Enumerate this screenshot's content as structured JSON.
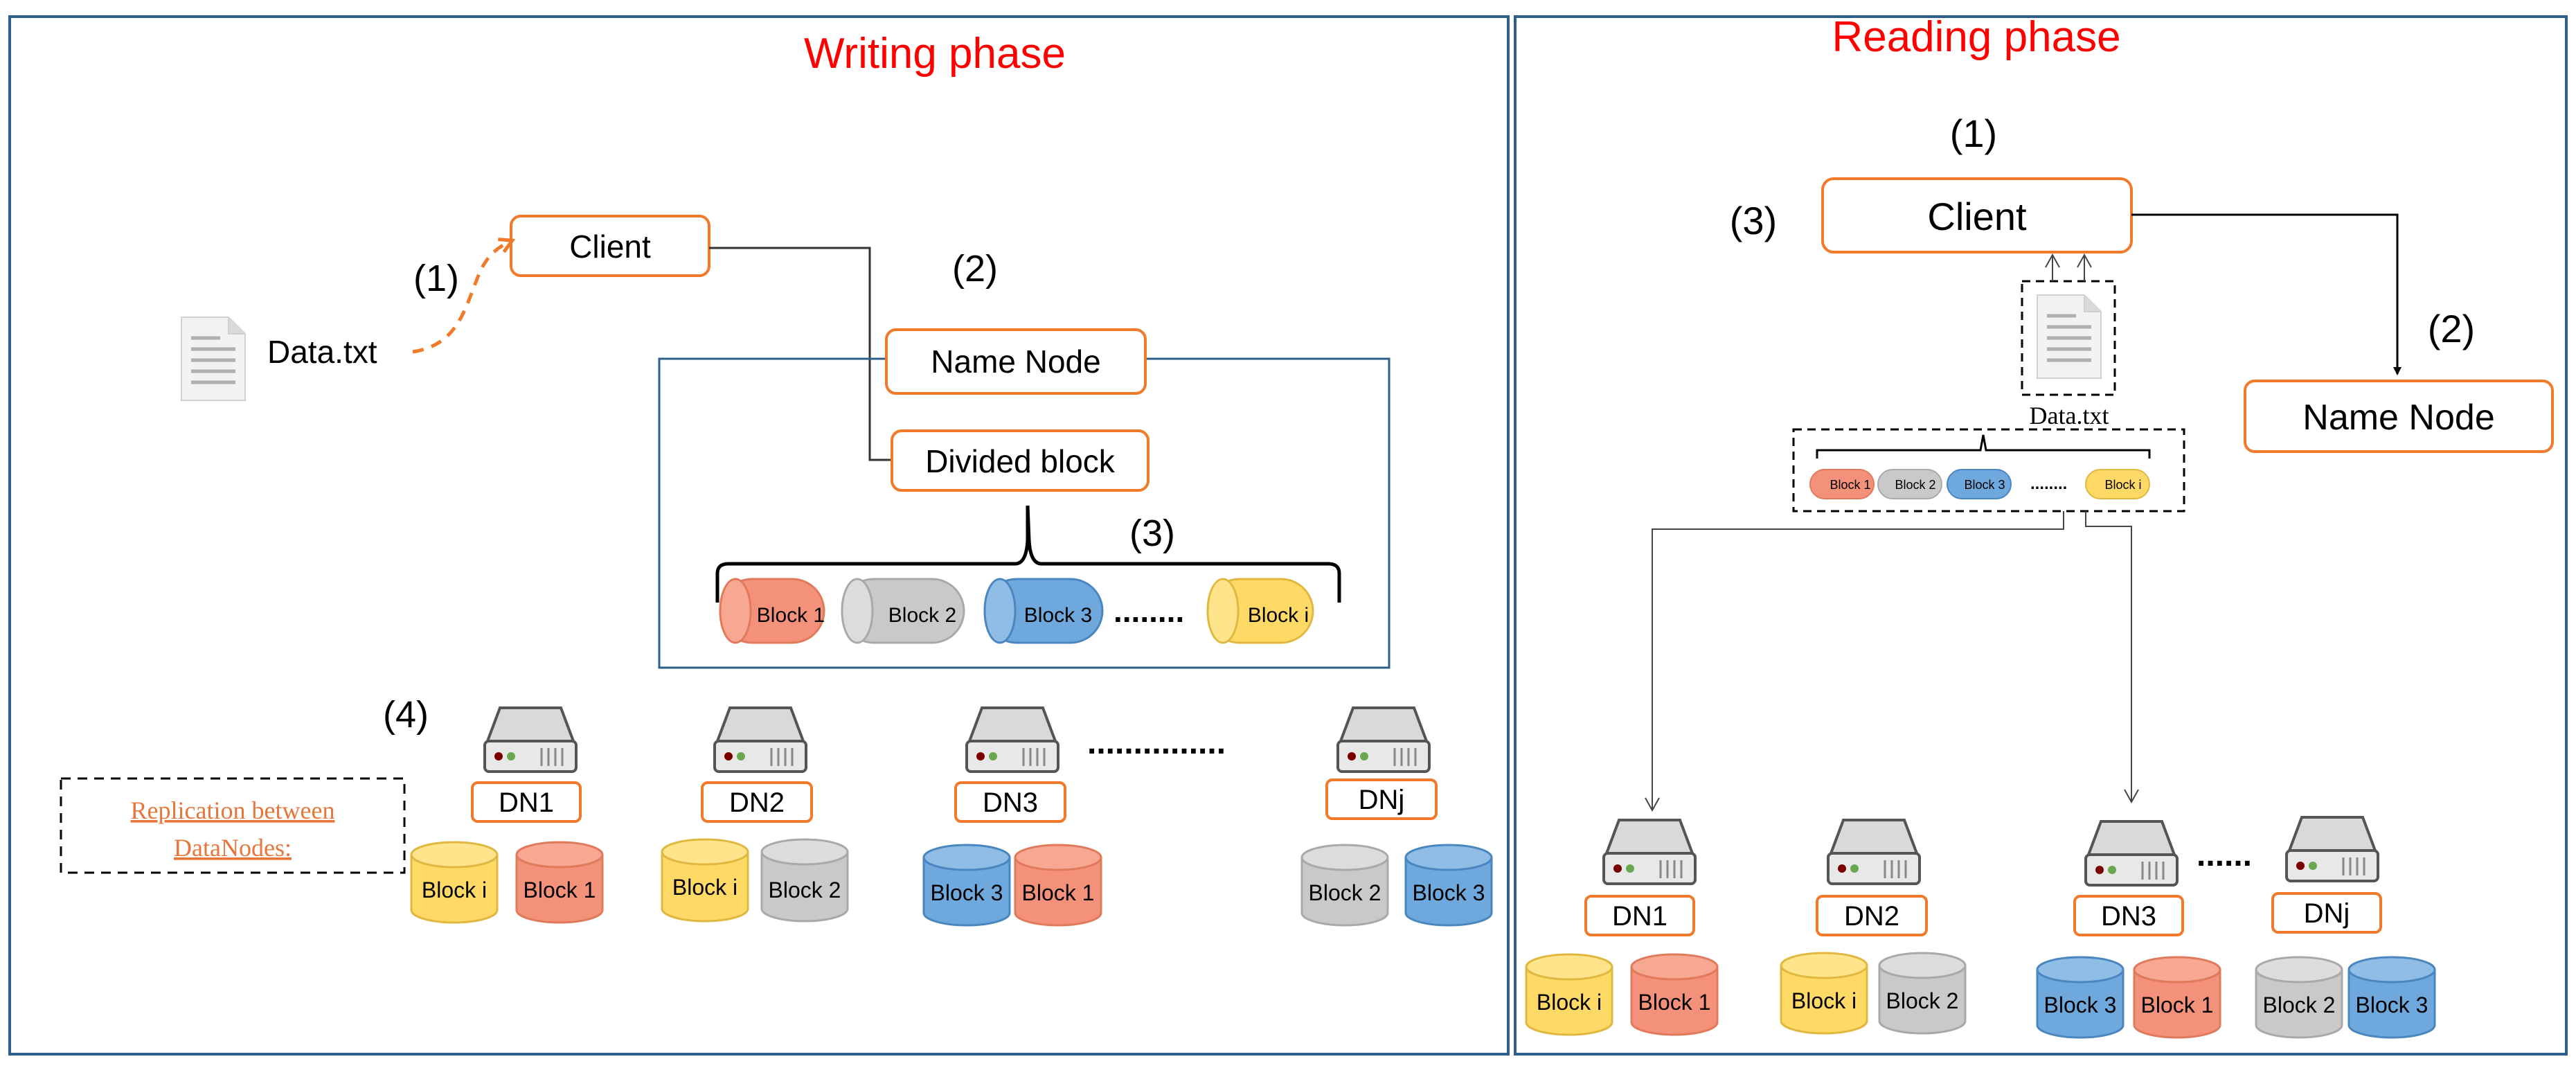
{
  "writing": {
    "title": "Writing phase",
    "step1": "(1)",
    "step2": "(2)",
    "step3": "(3)",
    "step4": "(4)",
    "client": "Client",
    "data_file": "Data.txt",
    "name_node": "Name Node",
    "divided_block": "Divided block",
    "blocks": [
      "Block 1",
      "Block 2",
      "Block 3",
      "Block i"
    ],
    "ellipsis": "........",
    "replication_note_line1": "Replication between",
    "replication_note_line2": "DataNodes:",
    "datanodes": [
      {
        "label": "DN1",
        "blocks": [
          "Block i",
          "Block 1"
        ]
      },
      {
        "label": "DN2",
        "blocks": [
          "Block i",
          "Block 2"
        ]
      },
      {
        "label": "DN3",
        "blocks": [
          "Block 3",
          "Block 1"
        ]
      },
      {
        "label": "DNj",
        "blocks": [
          "Block 2",
          "Block 3"
        ]
      }
    ],
    "dn_ellipsis": "..............."
  },
  "reading": {
    "title": "Reading phase",
    "step1": "(1)",
    "step2": "(2)",
    "step3": "(3)",
    "client": "Client",
    "name_node": "Name Node",
    "data_file": "Data.txt",
    "blocks": [
      "Block 1",
      "Block 2",
      "Block 3",
      "Block i"
    ],
    "ellipsis": "........",
    "datanodes": [
      {
        "label": "DN1",
        "blocks": [
          "Block i",
          "Block 1"
        ]
      },
      {
        "label": "DN2",
        "blocks": [
          "Block i",
          "Block 2"
        ]
      },
      {
        "label": "DN3",
        "blocks": [
          "Block 3",
          "Block 1"
        ]
      },
      {
        "label": "DNj",
        "blocks": [
          "Block 2",
          "Block 3"
        ]
      }
    ],
    "dn_ellipsis": "......"
  },
  "colors": {
    "title": "#ff0000",
    "box_orange": "#f07a2a",
    "frame": "#2e5f8a",
    "block_orange": "#f4917a",
    "block_gray": "#bcbcbc",
    "block_blue": "#6fa8dc",
    "block_yellow": "#ffd966",
    "note_text": "#e8763a"
  }
}
